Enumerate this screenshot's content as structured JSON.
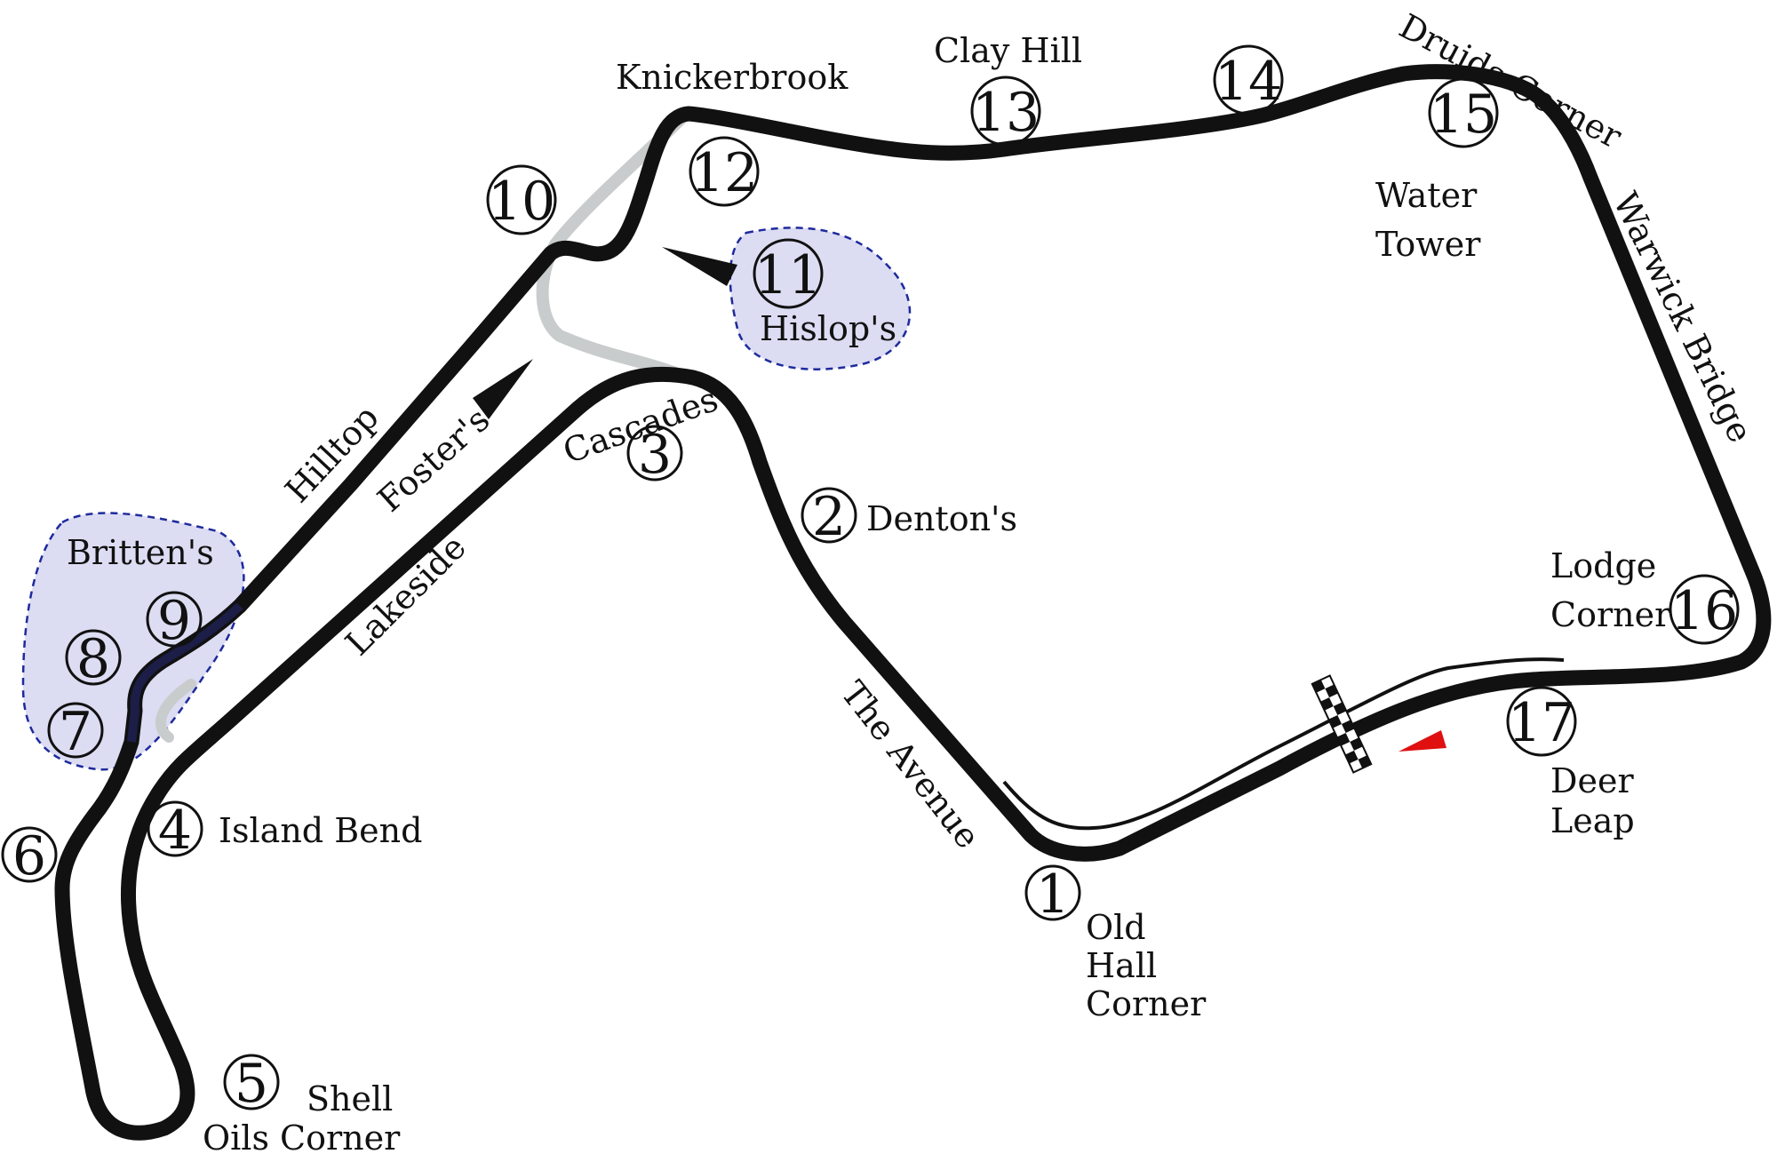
{
  "map": {
    "corners": [
      {
        "num": "1",
        "name": "Old Hall Corner",
        "lines": [
          "Old",
          "Hall",
          "Corner"
        ]
      },
      {
        "num": "2",
        "name": "Denton's",
        "lines": [
          "Denton's"
        ]
      },
      {
        "num": "3",
        "name": "Cascades",
        "lines": [
          "Cascades"
        ]
      },
      {
        "num": "4",
        "name": "Island Bend",
        "lines": [
          "Island Bend"
        ]
      },
      {
        "num": "5",
        "name": "Shell Oils Corner",
        "lines": [
          "Shell",
          "Oils Corner"
        ]
      },
      {
        "num": "6",
        "name": "",
        "lines": []
      },
      {
        "num": "7",
        "name": "",
        "lines": []
      },
      {
        "num": "8",
        "name": "",
        "lines": []
      },
      {
        "num": "9",
        "name": "",
        "lines": []
      },
      {
        "num": "10",
        "name": "",
        "lines": []
      },
      {
        "num": "11",
        "name": "Hislop's",
        "lines": [
          "Hislop's"
        ]
      },
      {
        "num": "12",
        "name": "Knickerbrook",
        "lines": [
          "Knickerbrook"
        ]
      },
      {
        "num": "13",
        "name": "Clay Hill",
        "lines": [
          "Clay Hill"
        ]
      },
      {
        "num": "14",
        "name": "",
        "lines": []
      },
      {
        "num": "15",
        "name": "Water Tower",
        "lines": [
          "Water",
          "Tower"
        ]
      },
      {
        "num": "16",
        "name": "Lodge Corner",
        "lines": [
          "Lodge",
          "Corner"
        ]
      },
      {
        "num": "17",
        "name": "Deer Leap",
        "lines": [
          "Deer",
          "Leap"
        ]
      }
    ],
    "section_labels": {
      "hilltop": "Hilltop",
      "fosters": "Foster's",
      "lakeside": "Lakeside",
      "the_avenue": "The Avenue",
      "druids_corner": "Druids Corner",
      "warwick_bridge": "Warwick Bridge",
      "brittens": "Britten's"
    },
    "colors": {
      "track": "#111111",
      "unused_track": "#c9cccc",
      "chicane_zone_fill": "#dcdcf3",
      "chicane_zone_border": "#1e2a9c",
      "direction_arrow": "#e01010",
      "checker_dark": "#111111",
      "checker_light": "#ffffff"
    },
    "icons": [
      "start-finish-flag-icon",
      "direction-arrow-icon",
      "chicane-entry-arrow-icon"
    ]
  }
}
